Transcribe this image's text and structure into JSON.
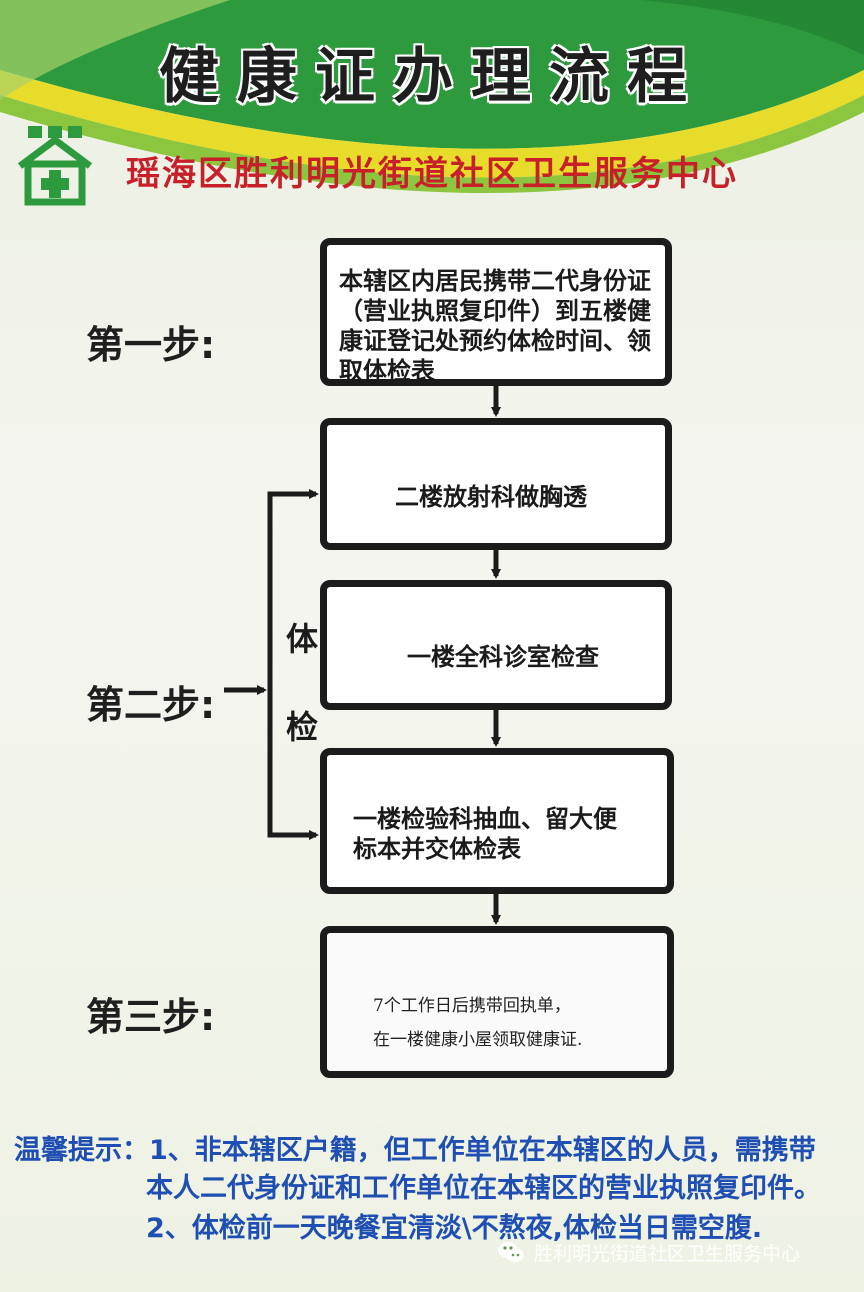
{
  "poster": {
    "title": "健康证办理流程",
    "org": "瑶海区胜利明光街道社区卫生服务中心",
    "colors": {
      "green": "#2e9a3e",
      "yellow": "#e8dc2a",
      "red": "#c8202a",
      "blue": "#1f4fb3"
    }
  },
  "steps": {
    "step1_label": "第一步:",
    "step2_label": "第二步:",
    "step3_label": "第三步:",
    "step1_box": [
      "本辖区内居民携带二代身份证",
      "（营业执照复印件）到五楼健",
      "康证登记处预约体检时间、领",
      "取体检表"
    ],
    "exam_boxes": [
      "二楼放射科做胸透",
      "一楼全科诊室检查"
    ],
    "exam_box_last": [
      "一楼检验科抽血、留大便",
      "标本并交体检表"
    ],
    "exam_side_label": [
      "体",
      "检"
    ],
    "step3_box": [
      "7个工作日后携带回执单，",
      "在一楼健康小屋领取健康证."
    ]
  },
  "tips": {
    "line1": "温馨提示：1、非本辖区户籍，但工作单位在本辖区的人员，需携带",
    "line2": "本人二代身份证和工作单位在本辖区的营业执照复印件。",
    "line3": "2、体检前一天晚餐宜清淡\\不熬夜,体检当日需空腹."
  },
  "footer": {
    "wechat_account": "胜利明光街道社区卫生服务中心",
    "icon": "wechat-icon"
  }
}
